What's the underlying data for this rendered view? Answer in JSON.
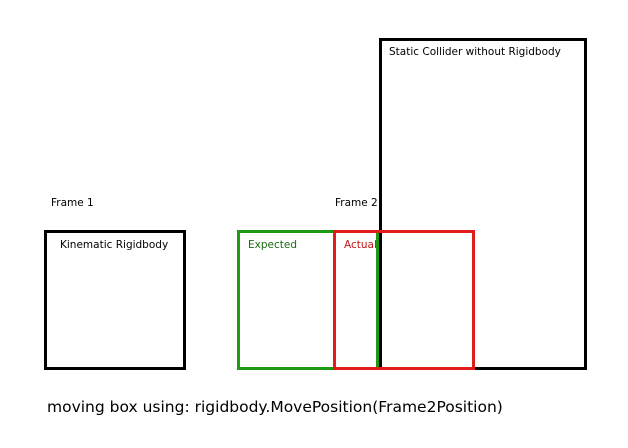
{
  "labels": {
    "frame1": "Frame 1",
    "frame2": "Frame 2",
    "kinematic": "Kinematic Rigidbody",
    "expected": "Expected",
    "actual": "Actual",
    "static_collider": "Static Collider without Rigidbody"
  },
  "caption": "moving box using: rigidbody.MovePosition(Frame2Position)",
  "colors": {
    "black": "#000000",
    "expected": "#1f9a14",
    "actual": "#e21b1b",
    "expected_text": "#1a6b12",
    "actual_text": "#c01515"
  }
}
